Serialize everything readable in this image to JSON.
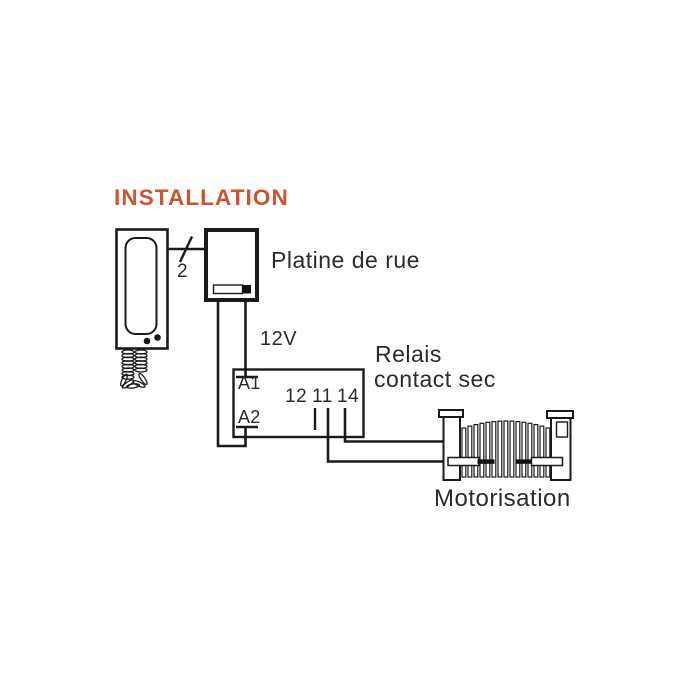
{
  "title": {
    "text": "INSTALLATION"
  },
  "labels": {
    "wire_count": "2",
    "street_plate": "Platine de rue",
    "power": "12V",
    "relay_line1": "Relais",
    "relay_line2": "contact sec",
    "motorisation": "Motorisation"
  },
  "relay_terminals": {
    "a1": "A1",
    "a2": "A2",
    "t12": "12",
    "t11": "11",
    "t14": "14"
  },
  "components": {
    "handset": "intercom-handset-icon",
    "street_plate": "street-plate-box",
    "relay": "relay-box",
    "gate": "motorized-gate-icon"
  },
  "colors": {
    "accent": "#d0522e",
    "line": "#1a1a1a",
    "text": "#2b2b2b",
    "background": "#ffffff"
  }
}
